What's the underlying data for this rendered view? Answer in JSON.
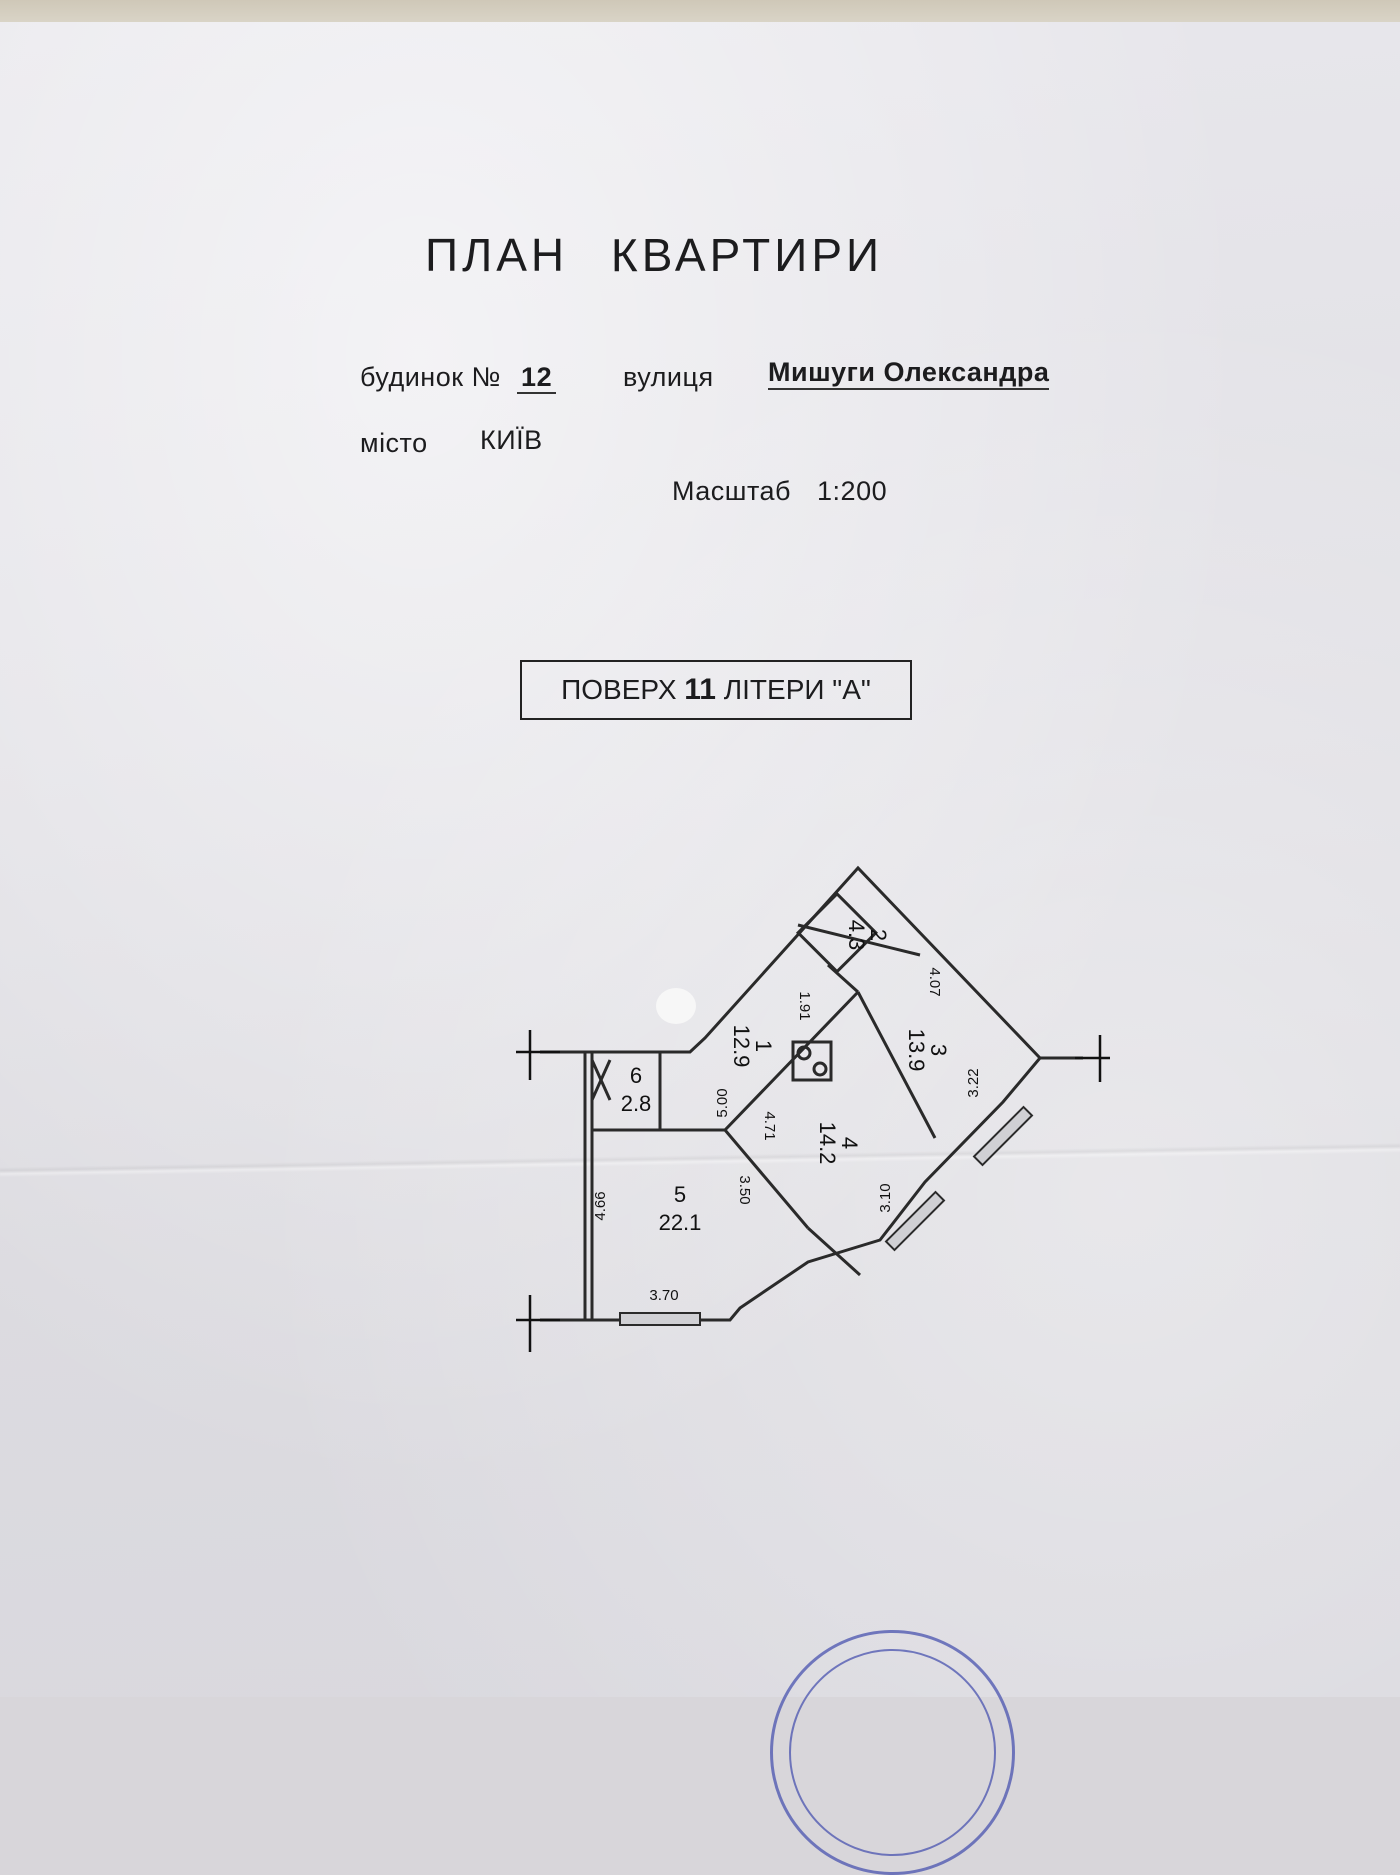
{
  "document": {
    "title": "ПЛАН   КВАРТИРИ",
    "house_label": "будинок №",
    "house_number": "12",
    "street_label": "вулиця",
    "street_name": "Мишуги  Олександра",
    "city_label": "місто",
    "city_name": "КИЇВ",
    "scale_label": "Масштаб",
    "scale_value": "1:200",
    "floor_prefix": "ПОВЕРХ",
    "floor_number": "11",
    "floor_suffix": "ЛІТЕРИ \"А\""
  },
  "rooms": [
    {
      "number": "1",
      "area": "12.9"
    },
    {
      "number": "2",
      "area": "4.3"
    },
    {
      "number": "3",
      "area": "13.9"
    },
    {
      "number": "4",
      "area": "14.2"
    },
    {
      "number": "5",
      "area": "22.1"
    },
    {
      "number": "6",
      "area": "2.8"
    }
  ],
  "dimensions": [
    "1.91",
    "4.07",
    "5.00",
    "4.71",
    "3.22",
    "3.10",
    "3.50",
    "4.66",
    "3.70"
  ]
}
